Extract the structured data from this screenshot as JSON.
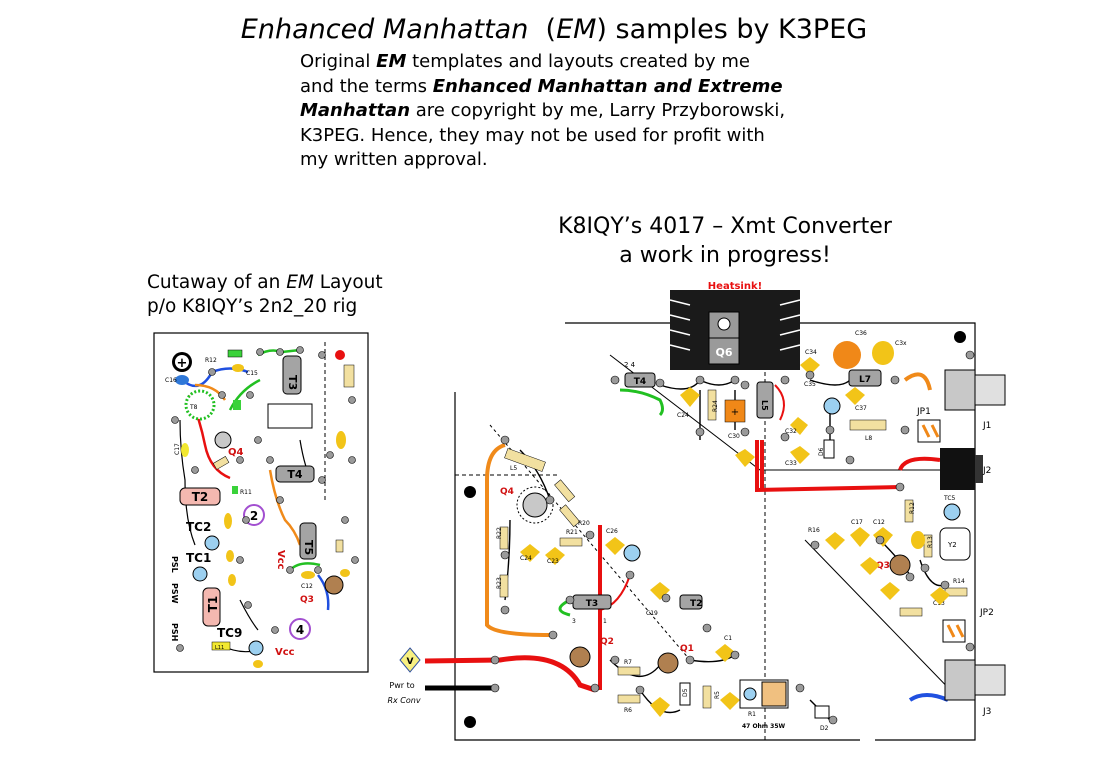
{
  "header": {
    "title_prefix": "Enhanced Manhattan",
    "title_open_paren": "(",
    "title_em": "EM",
    "title_suffix": ") samples by K3PEG"
  },
  "intro": {
    "line1_a": "Original ",
    "line1_em": "EM",
    "line1_b": " templates and layouts created by me",
    "line2_a": "and the terms ",
    "line2_bold": "Enhanced Manhattan and Extreme",
    "line3_bold": "Manhattan",
    "line3_b": " are copyright by me, Larry Przyborowski,",
    "line4": "K3PEG.  Hence, they may not be used for profit with",
    "line5": "my written approval."
  },
  "converter": {
    "title_line1": "K8IQY’s 4017 – Xmt Converter",
    "title_line2": "a work in progress!",
    "heatsink_label": "Heatsink!",
    "power_label_line1": "Pwr to",
    "power_label_line2": "Rx Conv",
    "v_label": "V",
    "resistor_note": "47 Ohm 35W",
    "connectors": [
      "J1",
      "J2",
      "J3",
      "JP1",
      "JP2"
    ],
    "parts": [
      "Q6",
      "Q4",
      "Q3",
      "Q2",
      "Q1",
      "L7",
      "L8",
      "L5",
      "T3",
      "T2",
      "T4",
      "Y2",
      "TC5",
      "C24",
      "C30",
      "C32",
      "C33",
      "C34",
      "C35",
      "C36",
      "C37",
      "C3x",
      "C17",
      "C12",
      "C13",
      "C26",
      "C23",
      "C19",
      "C1",
      "R24",
      "R22",
      "R23",
      "R21",
      "R20",
      "R16",
      "R12",
      "R13",
      "R14",
      "R7",
      "R6",
      "R5",
      "R1",
      "D5",
      "D6",
      "D2"
    ]
  },
  "cutaway": {
    "caption_line1_a": "Cutaway of an ",
    "caption_line1_em": "EM",
    "caption_line1_b": " Layout",
    "caption_line2": "p/o K8IQY’s 2n2_20 rig",
    "labels": {
      "t2": "T2",
      "tc2": "TC2",
      "tc1": "TC1",
      "t1": "T1",
      "tc9": "TC9",
      "t3": "T3",
      "t4": "T4",
      "t5": "T5",
      "q4": "Q4",
      "q3": "Q3",
      "vcc": "Vcc",
      "vcc_bottom": "Vcc",
      "num2": "2",
      "num4": "4",
      "psl": "PSL",
      "psw": "PSW",
      "psh": "PSH",
      "c16": "C16",
      "r12": "R12",
      "c15": "C15",
      "c17": "C17",
      "r11": "R11",
      "c12": "C12",
      "t8": "T8",
      "l11": "L11"
    }
  },
  "colors": {
    "red_wire": "#e81010",
    "green_wire": "#22c022",
    "orange_wire": "#f08a1a",
    "blue_wire": "#2050e0",
    "cap_yellow": "#f2c418",
    "cap_orange": "#f08818",
    "pad_grey": "#9a9a9a",
    "part_purple": "#a24fd0",
    "label_red": "#d01010"
  }
}
